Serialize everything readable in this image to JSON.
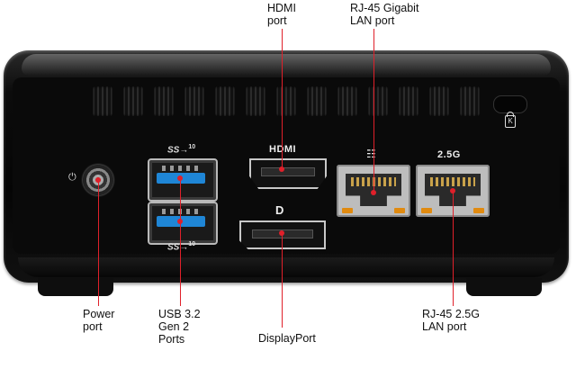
{
  "callouts": {
    "hdmi_port": "HDMI\nport",
    "rj45_gigabit": "RJ-45 Gigabit\nLAN port",
    "power_port": "Power\nport",
    "usb_ports": "USB 3.2\nGen 2\nPorts",
    "displayport": "DisplayPort",
    "rj45_25g": "RJ-45 2.5G\nLAN port"
  },
  "device_labels": {
    "hdmi": "HDMI",
    "lan_25g": "2.5G",
    "usb_logo": "SS",
    "usb_logo_sup": "10",
    "dp_symbol": "D",
    "lock_symbol": "K"
  },
  "colors": {
    "leader_line": "#e0202a",
    "usb_blue": "#1f86d6",
    "device_black": "#0a0a0a"
  },
  "icons": [
    "dc-power-icon",
    "lock-icon",
    "network-icon",
    "displayport-icon",
    "usb-superspeed-icon"
  ]
}
